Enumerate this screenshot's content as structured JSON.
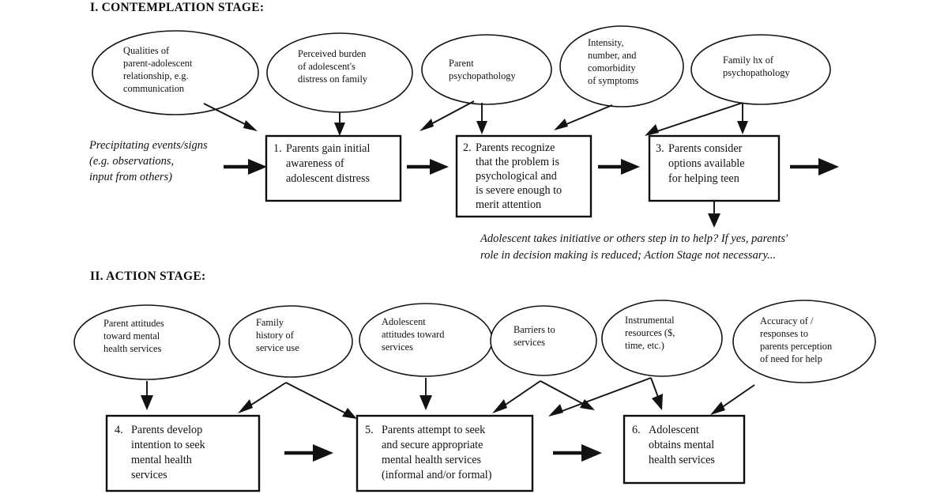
{
  "figure": {
    "background_color": "#ffffff",
    "ink_color": "#121212"
  },
  "stages": [
    {
      "id": "contemplation",
      "heading": "I.  CONTEMPLATION STAGE:"
    },
    {
      "id": "action",
      "heading": "II. ACTION STAGE:"
    }
  ],
  "contemplation": {
    "heading": "I.  CONTEMPLATION STAGE:",
    "ellipses": [
      {
        "id": "c-e1",
        "lines": [
          "Qualities of",
          "parent-adolescent",
          "relationship, e.g.",
          "communication"
        ]
      },
      {
        "id": "c-e2",
        "lines": [
          "Perceived burden",
          "of adolescent's",
          "distress on family"
        ]
      },
      {
        "id": "c-e3",
        "lines": [
          "Parent",
          "psychopathology"
        ]
      },
      {
        "id": "c-e4",
        "lines": [
          "Intensity,",
          "number, and",
          "comorbidity",
          "of symptoms"
        ]
      },
      {
        "id": "c-e5",
        "lines": [
          "Family hx of",
          "psychopathology"
        ]
      }
    ],
    "input_note": {
      "id": "precipitating-note",
      "lines": [
        "Precipitating events/signs",
        "(e.g. observations,",
        "input from others)"
      ]
    },
    "boxes": [
      {
        "id": "box-1",
        "number": "1.",
        "lines": [
          "Parents gain initial",
          "awareness of",
          "adolescent distress"
        ]
      },
      {
        "id": "box-2",
        "number": "2.",
        "lines": [
          "Parents recognize",
          "that the problem is",
          "psychological and",
          "is severe enough to",
          "merit attention"
        ]
      },
      {
        "id": "box-3",
        "number": "3.",
        "lines": [
          "Parents consider",
          "options available",
          "for helping teen"
        ]
      }
    ],
    "footnote": {
      "id": "contemplation-footnote",
      "lines": [
        "Adolescent takes initiative or others step in to help? If yes, parents'",
        "role in decision making is reduced; Action Stage not necessary..."
      ]
    }
  },
  "action": {
    "heading": "II. ACTION STAGE:",
    "ellipses": [
      {
        "id": "a-e1",
        "lines": [
          "Parent attitudes",
          "toward mental",
          "health services"
        ]
      },
      {
        "id": "a-e2",
        "lines": [
          "Family",
          "history of",
          "service use"
        ]
      },
      {
        "id": "a-e3",
        "lines": [
          "Adolescent",
          "attitudes toward",
          "services"
        ]
      },
      {
        "id": "a-e4",
        "lines": [
          "Barriers to",
          "services"
        ]
      },
      {
        "id": "a-e5",
        "lines": [
          "Instrumental",
          "resources  ($,",
          "time, etc.)"
        ]
      },
      {
        "id": "a-e6",
        "lines": [
          "Accuracy of /",
          "responses to",
          "parents perception",
          "of need for help"
        ]
      }
    ],
    "boxes": [
      {
        "id": "box-4",
        "number": "4.",
        "lines": [
          "Parents develop",
          "intention to seek",
          "mental health",
          "services"
        ]
      },
      {
        "id": "box-5",
        "number": "5.",
        "lines": [
          "Parents attempt to seek",
          "and secure appropriate",
          "mental health services",
          "(informal and/or formal)"
        ]
      },
      {
        "id": "box-6",
        "number": "6.",
        "lines": [
          "Adolescent",
          "obtains mental",
          "health services"
        ]
      }
    ]
  },
  "connectors": {
    "description": "arrowheads point from influencing factors into process boxes; thick horizontal arrows link numbered boxes in sequence"
  }
}
